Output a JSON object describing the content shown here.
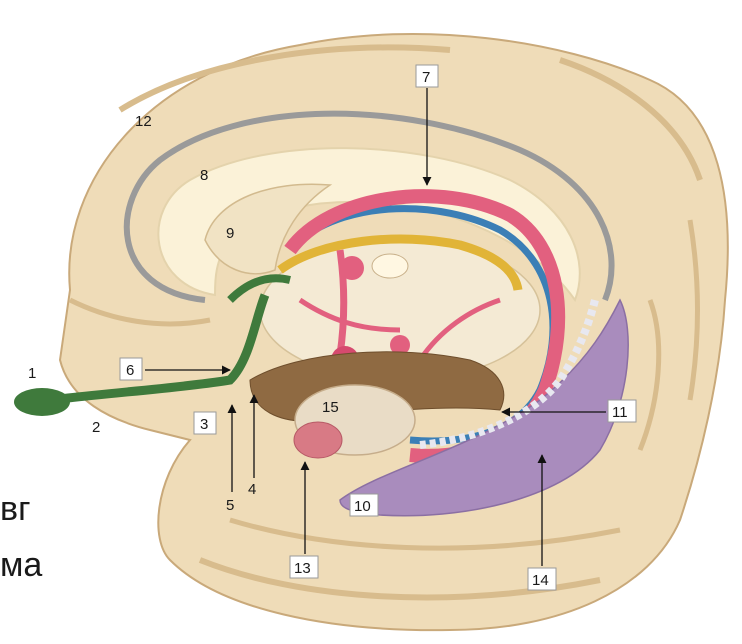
{
  "partial_text": [
    "вг",
    "ма"
  ],
  "labels": {
    "l1": "1",
    "l2": "2",
    "l3": "3",
    "l4": "4",
    "l5": "5",
    "l6": "6",
    "l7": "7",
    "l8": "8",
    "l9": "9",
    "l10": "10",
    "l11": "11",
    "l12": "12",
    "l13": "13",
    "l14": "14",
    "l15": "15"
  },
  "colors": {
    "cortex": "#efdcb8",
    "cortex_shade": "#dcc196",
    "corpus_callosum": "#fbf2d8",
    "fornix_pink": "#e2607f",
    "stria_blue": "#3b7fb6",
    "yellow_tract": "#e1b437",
    "olfactory_green": "#3f7a3c",
    "hippocampus_purple": "#a98cbd",
    "amygdala_pink": "#d87a85"
  }
}
